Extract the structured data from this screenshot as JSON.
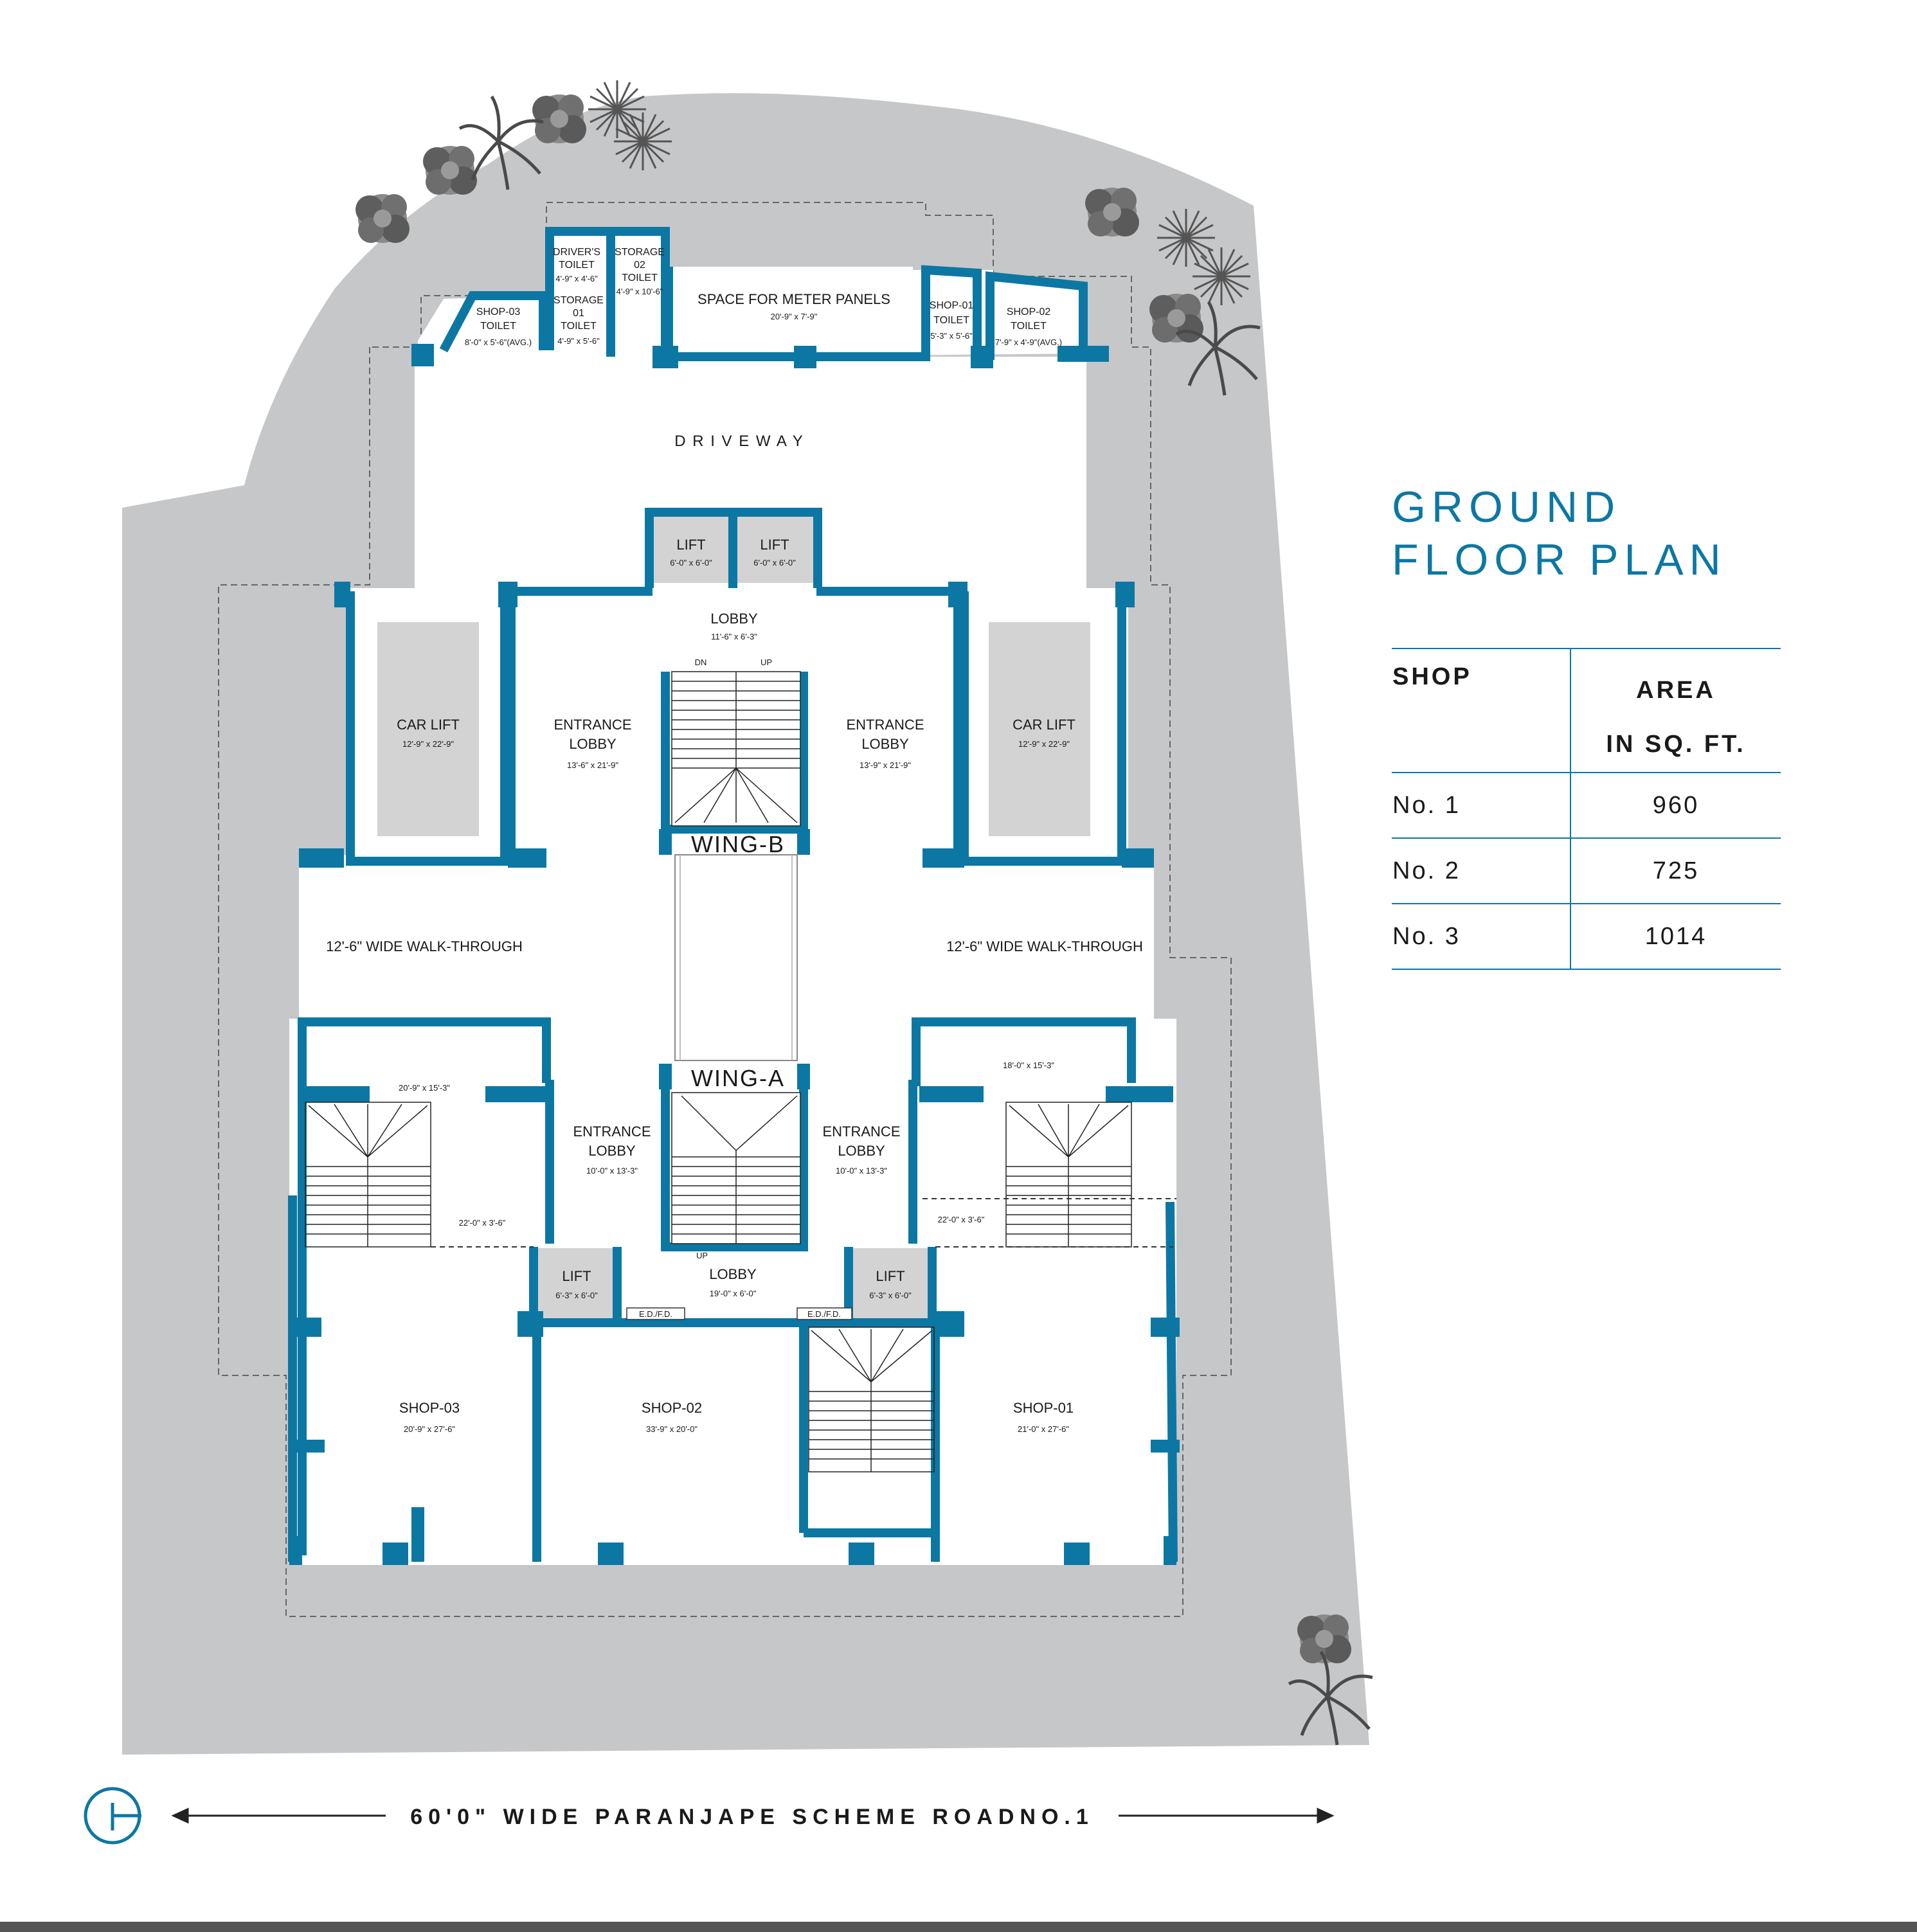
{
  "title": {
    "line1": "GROUND",
    "line2": "FLOOR PLAN"
  },
  "table": {
    "headers": {
      "shop": "SHOP",
      "area_line1": "AREA",
      "area_line2": "IN SQ. FT."
    },
    "rows": [
      {
        "shop": "No. 1",
        "area": "960"
      },
      {
        "shop": "No. 2",
        "area": "725"
      },
      {
        "shop": "No. 3",
        "area": "1014"
      }
    ]
  },
  "road": "60'0\" WIDE PARANJAPE SCHEME ROADNO.1",
  "driveway": "D R I V E W A Y",
  "wings": {
    "b": "WING-B",
    "a": "WING-A"
  },
  "rooms": {
    "drivers_toilet": {
      "l1": "DRIVER'S",
      "l2": "TOILET",
      "dim": "4'-9\" x 4'-6\""
    },
    "storage02": {
      "l1": "STORAGE",
      "l2": "02",
      "l3": "TOILET",
      "dim": "4'-9\" x 10'-6\""
    },
    "storage01": {
      "l1": "STORAGE",
      "l2": "01",
      "l3": "TOILET",
      "dim": "4'-9\" x 5'-6\""
    },
    "shop03_toilet": {
      "l1": "SHOP-03",
      "l2": "TOILET",
      "dim": "8'-0\" x 5'-6\"(AVG.)"
    },
    "meter": {
      "l1": "SPACE FOR METER PANELS",
      "dim": "20'-9\" x 7'-9\""
    },
    "shop01_toilet": {
      "l1": "SHOP-01",
      "l2": "TOILET",
      "dim": "5'-3\" x 5'-6\""
    },
    "shop02_toilet": {
      "l1": "SHOP-02",
      "l2": "TOILET",
      "dim": "7'-9\" x 4'-9\"(AVG.)"
    },
    "lift_top_left": {
      "l1": "LIFT",
      "dim": "6'-0\" x 6'-0\""
    },
    "lift_top_right": {
      "l1": "LIFT",
      "dim": "6'-0\" x 6'-0\""
    },
    "lobby_top": {
      "l1": "LOBBY",
      "dim": "11'-6\" x 6'-3\""
    },
    "stair_dn": "DN",
    "stair_up_top": "UP",
    "car_lift_left": {
      "l1": "CAR LIFT",
      "dim": "12'-9\" x 22'-9\""
    },
    "car_lift_right": {
      "l1": "CAR LIFT",
      "dim": "12'-9\" x 22'-9\""
    },
    "entrance_b_left": {
      "l1": "ENTRANCE",
      "l2": "LOBBY",
      "dim": "13'-6\" x 21'-9\""
    },
    "entrance_b_right": {
      "l1": "ENTRANCE",
      "l2": "LOBBY",
      "dim": "13'-9\" x 21'-9\""
    },
    "walk_left": "12'-6\"  WIDE  WALK-THROUGH",
    "walk_right": "12'-6\"  WIDE  WALK-THROUGH",
    "mezz_left_dim": "20'-9\" x 15'-3\"",
    "mezz_right_dim": "18'-0\" x 15'-3\"",
    "passage_left_dim": "22'-0\" x 3'-6\"",
    "passage_right_dim": "22'-0\" x 3'-6\"",
    "entrance_a_left": {
      "l1": "ENTRANCE",
      "l2": "LOBBY",
      "dim": "10'-0\" x 13'-3\""
    },
    "entrance_a_right": {
      "l1": "ENTRANCE",
      "l2": "LOBBY",
      "dim": "10'-0\" x 13'-3\""
    },
    "stair_up_bottom": "UP",
    "lift_bottom_left": {
      "l1": "LIFT",
      "dim": "6'-3\" x 6'-0\""
    },
    "lift_bottom_right": {
      "l1": "LIFT",
      "dim": "6'-3\" x 6'-0\""
    },
    "lobby_bottom": {
      "l1": "LOBBY",
      "dim": "19'-0\" x 6'-0\""
    },
    "efd_left": "E.D./F.D.",
    "efd_right": "E.D./F.D.",
    "shop03": {
      "l1": "SHOP-03",
      "dim": "20'-9\" x 27'-6\""
    },
    "shop02": {
      "l1": "SHOP-02",
      "dim": "33'-9\" x 20'-0\""
    },
    "shop01": {
      "l1": "SHOP-01",
      "dim": "21'-0\" x 27'-6\""
    }
  },
  "colors": {
    "wall": "#0d77a3",
    "site": "#c6c7c9",
    "lift_fill": "#d3d3d3",
    "accent": "#0d77a3"
  },
  "icons": {
    "north": "north-arrow-icon",
    "tree": "tree-icon",
    "palm": "palm-icon"
  }
}
